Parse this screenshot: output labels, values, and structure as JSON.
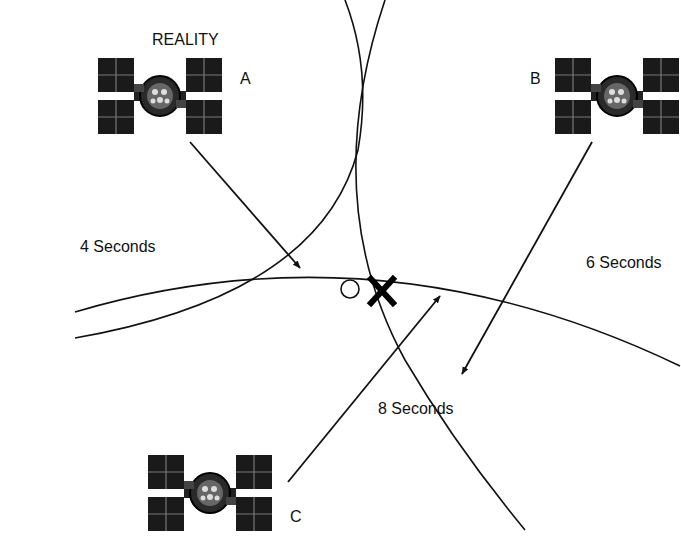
{
  "diagram": {
    "title": "REALITY",
    "labels": [
      "A",
      "B",
      "C",
      "4 Seconds",
      "6 Seconds",
      "8 Seconds"
    ]
  }
}
